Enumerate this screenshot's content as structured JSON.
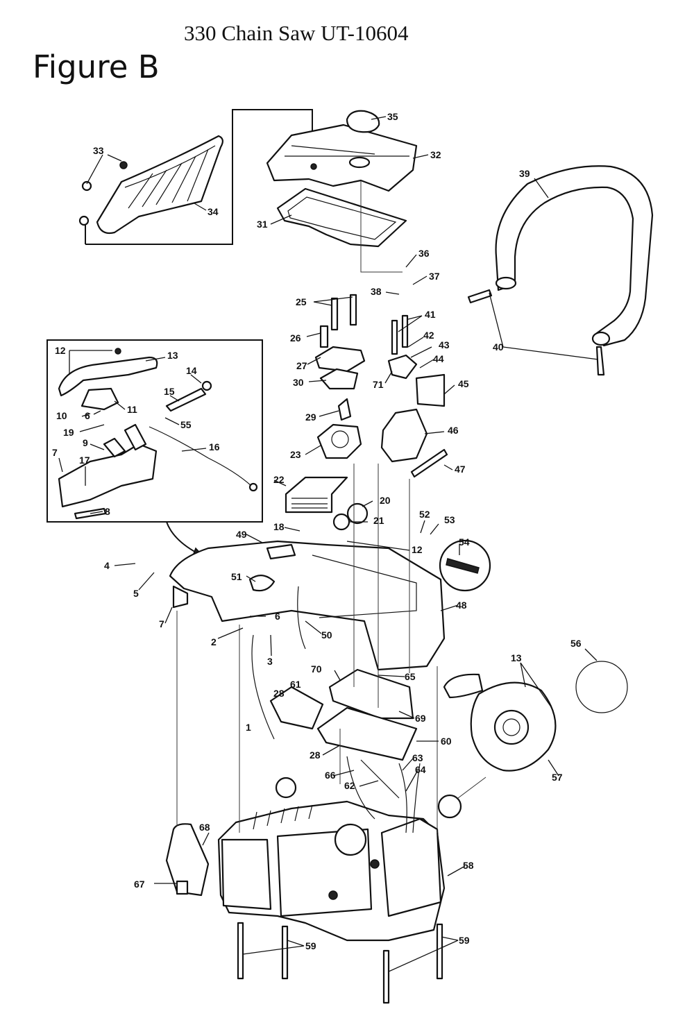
{
  "title": "330 Chain Saw UT-10604",
  "figure_label": "Figure B",
  "callouts": {
    "n1": "1",
    "n2": "2",
    "n3": "3",
    "n4": "4",
    "n5": "5",
    "n6": "6",
    "n7": "7",
    "n8": "8",
    "n9": "9",
    "n10": "10",
    "n11": "11",
    "n12": "12",
    "n13": "13",
    "n14": "14",
    "n15": "15",
    "n16": "16",
    "n17": "17",
    "n18": "18",
    "n19": "19",
    "n20": "20",
    "n21": "21",
    "n22": "22",
    "n23": "23",
    "n25": "25",
    "n26": "26",
    "n27": "27",
    "n28": "28",
    "n29": "29",
    "n30": "30",
    "n31": "31",
    "n32": "32",
    "n33": "33",
    "n34": "34",
    "n35": "35",
    "n36": "36",
    "n37": "37",
    "n38": "38",
    "n39": "39",
    "n40": "40",
    "n41": "41",
    "n42": "42",
    "n43": "43",
    "n44": "44",
    "n45": "45",
    "n46": "46",
    "n47": "47",
    "n48": "48",
    "n49": "49",
    "n50": "50",
    "n51": "51",
    "n52": "52",
    "n53": "53",
    "n54": "54",
    "n55": "55",
    "n56": "56",
    "n57": "57",
    "n58": "58",
    "n59": "59",
    "n60": "60",
    "n61": "61",
    "n62": "62",
    "n63": "63",
    "n64": "64",
    "n65": "65",
    "n66": "66",
    "n67": "67",
    "n68": "68",
    "n69": "69",
    "n70": "70",
    "n71": "71"
  }
}
